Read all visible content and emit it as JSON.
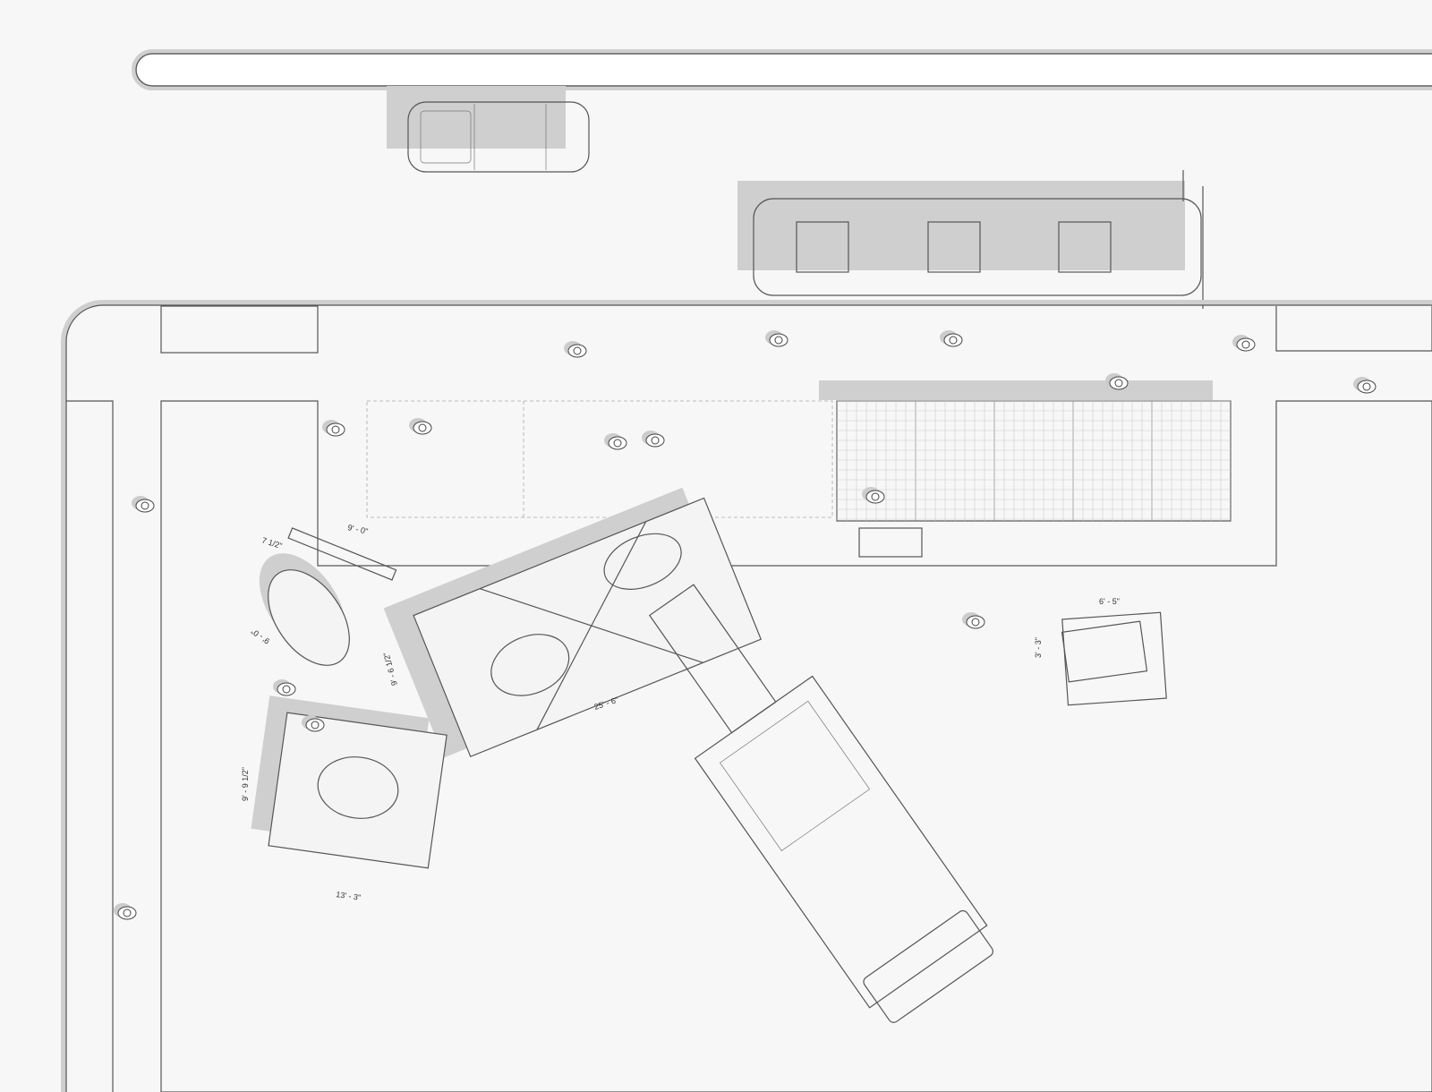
{
  "drawing": {
    "dimensions": {
      "bench_length": "9' - 0\"",
      "bench_width": "7 1/2\"",
      "round_platform": "9' - 0\"",
      "main_platform_length": "25' - 6\"",
      "main_platform_width": "9' - 6 1/2\"",
      "square_platform_height": "9' - 9 1/2\"",
      "square_platform_width": "13' - 3\"",
      "grid_module_width": "6' - 5\"",
      "grid_module_height": "3' - 3\""
    },
    "colors": {
      "background": "#f7f7f7",
      "line": "#555555",
      "shadow": "#cfcfcf"
    }
  }
}
